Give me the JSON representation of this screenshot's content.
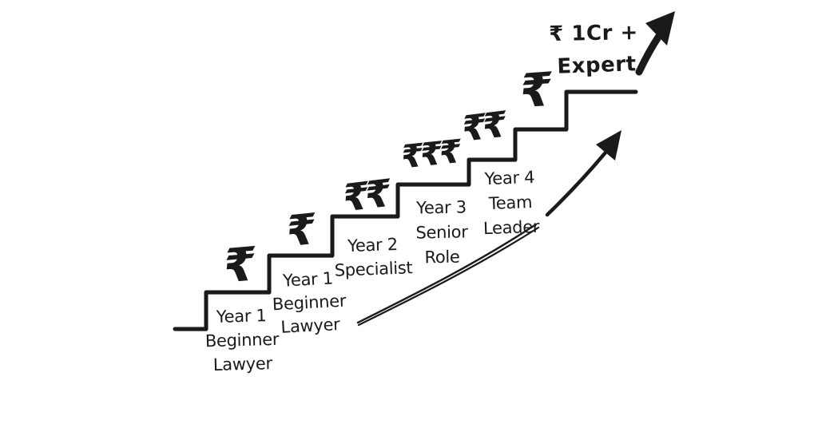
{
  "colors": {
    "ink": "#1a1a1a",
    "background": "#ffffff"
  },
  "peak": {
    "salary": "₹ 1Cr +",
    "title": "Expert"
  },
  "steps": [
    {
      "rupees": "₹",
      "lines": [
        "Year 1",
        "Beginner",
        "Lawyer"
      ]
    },
    {
      "rupees": "₹",
      "lines": [
        "Year 1",
        "Beginner",
        "Lawyer"
      ]
    },
    {
      "rupees": "₹₹",
      "lines": [
        "Year 2",
        "Specialist"
      ]
    },
    {
      "rupees": "₹₹₹",
      "lines": [
        "Year 3",
        "Senior",
        "Role"
      ]
    },
    {
      "rupees": "₹₹",
      "lines": [
        "Year 4",
        "Team",
        "Leader"
      ]
    },
    {
      "rupees": "₹",
      "lines": []
    }
  ]
}
